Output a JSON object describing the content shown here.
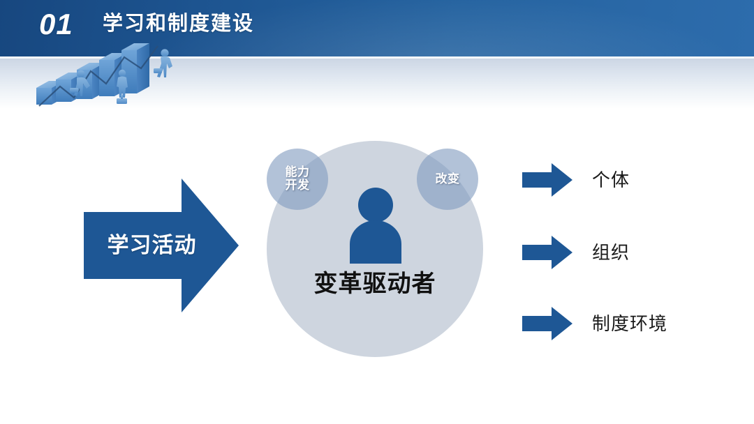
{
  "slide": {
    "header": {
      "number": "01",
      "title": "学习和制度建设",
      "band_color_left": "#17477f",
      "band_color_right": "#2d6cac"
    },
    "decoration": {
      "name": "growth-bars-businessmen-graphic",
      "bar_color": "#4a86c8",
      "bar_count": 5,
      "figure_count": 3
    },
    "diagram": {
      "input_arrow": {
        "label": "学习活动",
        "color": "#1e5795"
      },
      "core": {
        "circle_color": "#ced5df",
        "icon": "person-icon",
        "icon_color": "#1e5795",
        "label": "变革驱动者",
        "label_color": "#111111"
      },
      "attributes": [
        {
          "label": "能力\n开发",
          "color": "#829dc0"
        },
        {
          "label": "改变",
          "color": "#829dc0"
        }
      ],
      "outputs": [
        {
          "label": "个体",
          "arrow_color": "#1e5795"
        },
        {
          "label": "组织",
          "arrow_color": "#1e5795"
        },
        {
          "label": "制度环境",
          "arrow_color": "#1e5795"
        }
      ]
    }
  }
}
